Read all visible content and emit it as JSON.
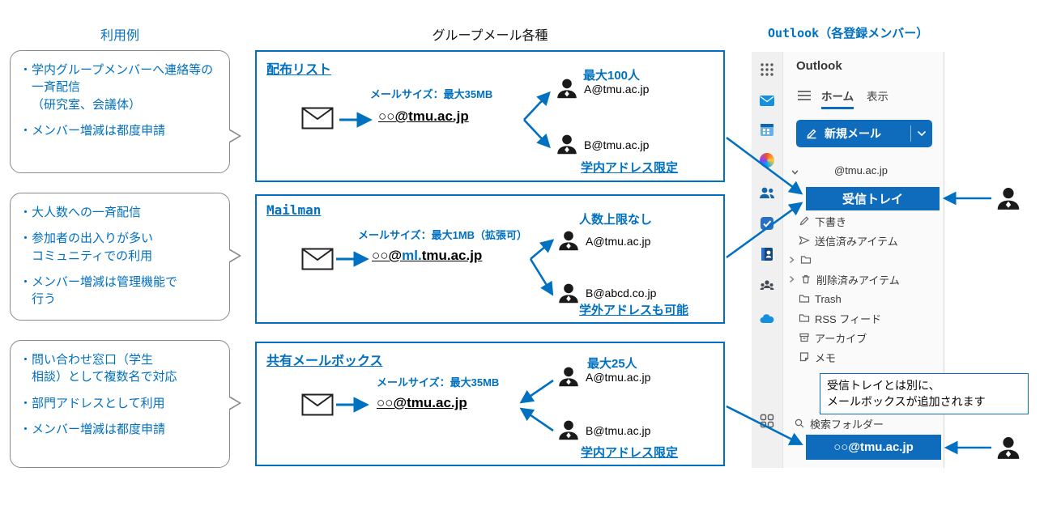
{
  "headers": {
    "left": "利用例",
    "middle": "グループメール各種",
    "right": "Outlook（各登録メンバー）"
  },
  "colors": {
    "accent_blue": "#0070C0",
    "outlook_blue": "#0F6CBD"
  },
  "usage_bubbles": [
    {
      "items": [
        "・学内グループメンバーへ連絡等の一斉配信\n（研究室、会議体）",
        "・メンバー増減は都度申請"
      ]
    },
    {
      "items": [
        "・大人数への一斉配信",
        "・参加者の出入りが多い\nコミュニティでの利用",
        "・メンバー増減は管理機能で\n行う"
      ]
    },
    {
      "items": [
        "・問い合わせ窓口（学生\n相談）として複数名で対応",
        "・部門アドレスとして利用",
        "・メンバー増減は都度申請"
      ]
    }
  ],
  "mail_types": [
    {
      "title": "配布リスト",
      "mail_size": "メールサイズ：最大35MB",
      "address_prefix": "○○@",
      "address_highlight": "",
      "address_suffix": "tmu.ac.jp",
      "capacity": "最大100人",
      "recipients": [
        "A@tmu.ac.jp",
        "B@tmu.ac.jp"
      ],
      "restriction": "学内アドレス限定"
    },
    {
      "title": "Mailman",
      "mail_size": "メールサイズ：最大1MB（拡張可）",
      "address_prefix": "○○@",
      "address_highlight": "ml.",
      "address_suffix": "tmu.ac.jp",
      "capacity": "人数上限なし",
      "recipients": [
        "A@tmu.ac.jp",
        "B@abcd.co.jp"
      ],
      "restriction": "学外アドレスも可能"
    },
    {
      "title": "共有メールボックス",
      "mail_size": "メールサイズ：最大35MB",
      "address_prefix": "○○@",
      "address_highlight": "",
      "address_suffix": "tmu.ac.jp",
      "capacity": "最大25人",
      "recipients": [
        "A@tmu.ac.jp",
        "B@tmu.ac.jp"
      ],
      "restriction": "学内アドレス限定"
    }
  ],
  "outlook": {
    "app_title": "Outlook",
    "tabs": [
      "ホーム",
      "表示"
    ],
    "new_mail_label": "新規メール",
    "account": "@tmu.ac.jp",
    "inbox_label": "受信トレイ",
    "folders": {
      "drafts": "下書き",
      "sent": "送信済みアイテム",
      "deleted": "削除済みアイテム",
      "trash": "Trash",
      "rss": "RSS フィード",
      "archive": "アーカイブ",
      "notes": "メモ",
      "search": "検索フォルダー"
    },
    "callout": "受信トレイとは別に、\nメールボックスが追加されます",
    "shared_mailbox": "○○@tmu.ac.jp"
  }
}
